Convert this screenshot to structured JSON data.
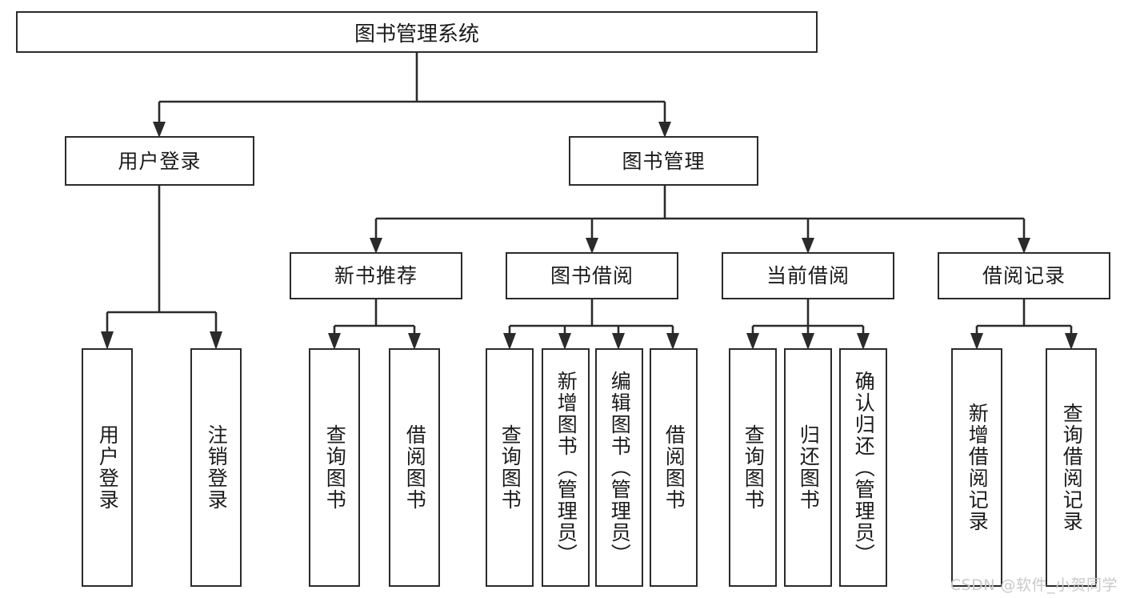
{
  "diagram": {
    "title": "图书管理系统",
    "type": "tree-hierarchy-flowchart",
    "root": {
      "label": "图书管理系统"
    },
    "level2": [
      {
        "id": "user-login",
        "label": "用户登录"
      },
      {
        "id": "book-manage",
        "label": "图书管理"
      }
    ],
    "level3": [
      {
        "id": "new-book-recommend",
        "label": "新书推荐"
      },
      {
        "id": "book-borrow",
        "label": "图书借阅"
      },
      {
        "id": "current-borrow",
        "label": "当前借阅"
      },
      {
        "id": "borrow-record",
        "label": "借阅记录"
      }
    ],
    "leaves": {
      "user_login": [
        {
          "id": "leaf-user-login",
          "label": "用户登录"
        },
        {
          "id": "leaf-logout",
          "label": "注销登录"
        }
      ],
      "new_book_recommend": [
        {
          "id": "leaf-query-book-1",
          "label": "查询图书"
        },
        {
          "id": "leaf-borrow-book-1",
          "label": "借阅图书"
        }
      ],
      "book_borrow": [
        {
          "id": "leaf-query-book-2",
          "label": "查询图书"
        },
        {
          "id": "leaf-add-book",
          "label": "新增图书（管理员）"
        },
        {
          "id": "leaf-edit-book",
          "label": "编辑图书（管理员）"
        },
        {
          "id": "leaf-borrow-book-2",
          "label": "借阅图书"
        }
      ],
      "current_borrow": [
        {
          "id": "leaf-query-book-3",
          "label": "查询图书"
        },
        {
          "id": "leaf-return-book",
          "label": "归还图书"
        },
        {
          "id": "leaf-confirm-return",
          "label": "确认归还（管理员）"
        }
      ],
      "borrow_record": [
        {
          "id": "leaf-add-record",
          "label": "新增借阅记录"
        },
        {
          "id": "leaf-query-record",
          "label": "查询借阅记录"
        }
      ]
    }
  },
  "watermark": {
    "text": "CSDN @软件_小贺同学"
  },
  "colors": {
    "box_border": "#2b2b2b",
    "line": "#2b2b2b",
    "text": "#1b1b1b",
    "background": "#ffffff",
    "watermark": "#c9c9c9"
  }
}
